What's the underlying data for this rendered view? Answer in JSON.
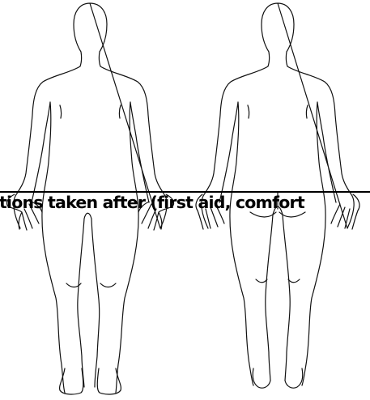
{
  "section": {
    "heading": "tions taken after (first aid, comfort"
  },
  "figures": {
    "front": "body-front-view",
    "back": "body-back-view"
  },
  "colors": {
    "ink": "#000000",
    "paper": "#ffffff"
  }
}
